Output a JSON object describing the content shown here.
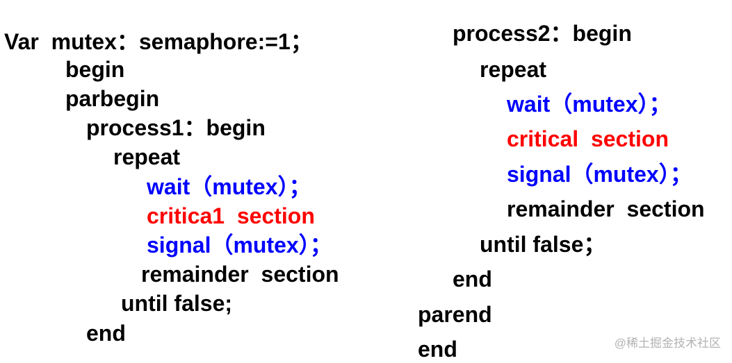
{
  "colors": {
    "keyword": "#000000",
    "primitive": "#0000ff",
    "critical": "#ff0000",
    "watermark": "#b3b3b3"
  },
  "left_code": [
    {
      "text": "Var  mutex：semaphore:=1；",
      "color": "black"
    },
    {
      "text": "begin",
      "color": "black"
    },
    {
      "text": "parbegin",
      "color": "black"
    },
    {
      "text": "process1：begin",
      "color": "black"
    },
    {
      "text": "repeat",
      "color": "black"
    },
    {
      "text": "wait（mutex）；",
      "color": "blue"
    },
    {
      "text": "critica1  section",
      "color": "red"
    },
    {
      "text": "signal（mutex）；",
      "color": "blue"
    },
    {
      "text": "remainder  section",
      "color": "black"
    },
    {
      "text": "until false;",
      "color": "black"
    },
    {
      "text": "end",
      "color": "black"
    }
  ],
  "right_code": [
    {
      "text": "process2：begin",
      "color": "black"
    },
    {
      "text": "repeat",
      "color": "black"
    },
    {
      "text": "wait（mutex）；",
      "color": "blue"
    },
    {
      "text": "critical  section",
      "color": "red"
    },
    {
      "text": "signal（mutex）；",
      "color": "blue"
    },
    {
      "text": "remainder  section",
      "color": "black"
    },
    {
      "text": "until false；",
      "color": "black"
    },
    {
      "text": "end",
      "color": "black"
    },
    {
      "text": "parend",
      "color": "black"
    },
    {
      "text": "end",
      "color": "black"
    }
  ],
  "watermark": "@稀土掘金技术社区"
}
